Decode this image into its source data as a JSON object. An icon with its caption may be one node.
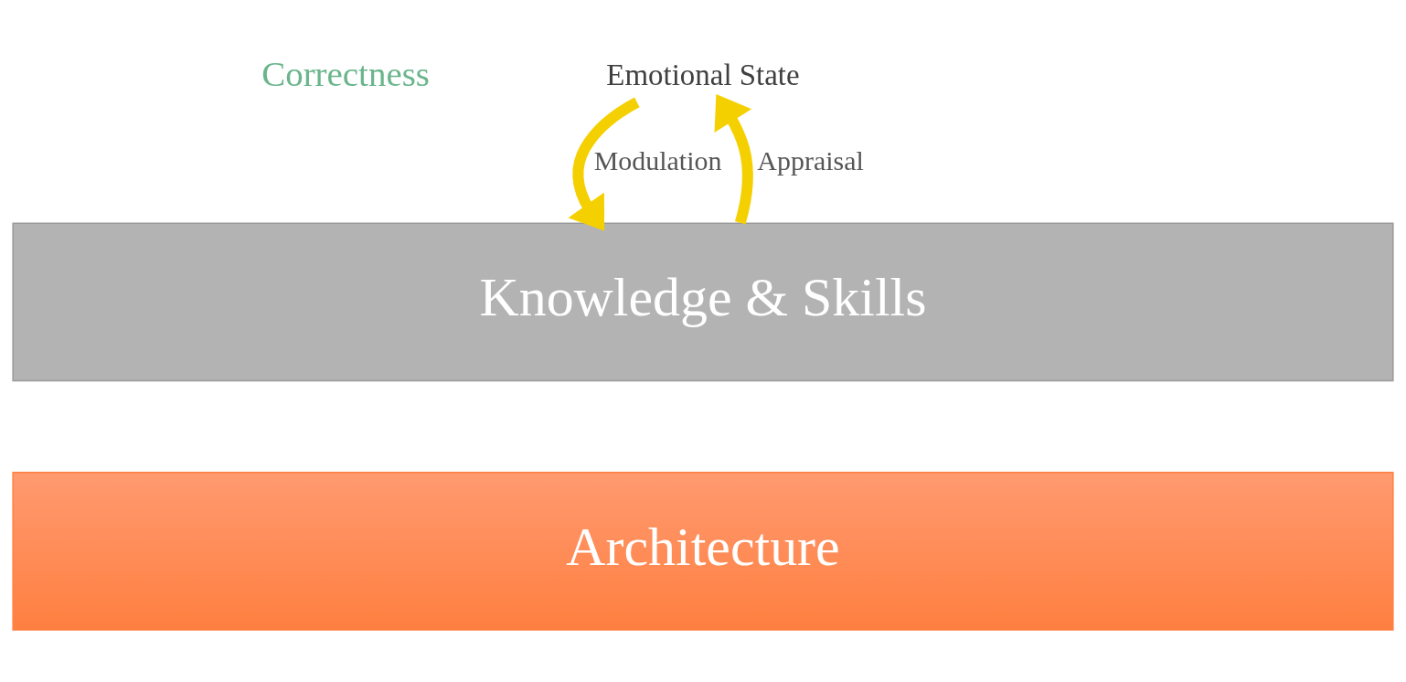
{
  "diagram": {
    "nodes": [
      {
        "text": [
          "Emotional State"
        ]
      },
      {
        "text": [
          "Knowledge & Skills"
        ]
      },
      {
        "text": [
          "Architecture"
        ]
      }
    ],
    "edges": [
      {
        "from": 1,
        "to": 0,
        "arrow": "to",
        "label": "Appraisal"
      },
      {
        "from": 0,
        "to": 1,
        "arrow": "to",
        "label": "Modulation"
      }
    ],
    "labels": [
      "Correctness"
    ]
  }
}
